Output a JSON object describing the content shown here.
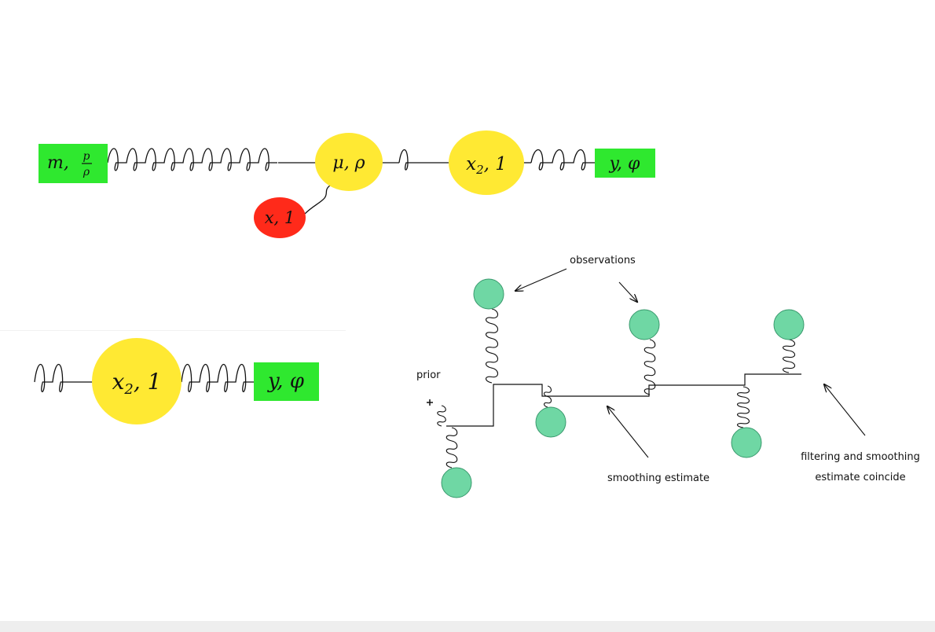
{
  "colors": {
    "green_box": "#2fe82f",
    "yellow_node": "#ffe933",
    "red_node": "#ff2a1a",
    "teal_node": "#6fd7a4",
    "stroke": "#111111"
  },
  "top_chain": {
    "prior_box": {
      "label_main": "m,",
      "frac_num": "p",
      "frac_den": "ρ"
    },
    "mu_node": {
      "label": "μ, ρ"
    },
    "x_node": {
      "label": "x, 1"
    },
    "x2_node": {
      "label_base": "x",
      "label_sub": "2",
      "label_rest": ", 1"
    },
    "y_box": {
      "label": "y, φ"
    }
  },
  "bottom_chain": {
    "x2_node": {
      "label_base": "x",
      "label_sub": "2",
      "label_rest": ", 1"
    },
    "y_box": {
      "label": "y, φ"
    }
  },
  "smoothing_sketch": {
    "annotations": {
      "observations": "observations",
      "prior": "prior",
      "smoothing_estimate": "smoothing estimate",
      "filtering_line1": "filtering and smoothing",
      "filtering_line2": "estimate coincide"
    }
  }
}
